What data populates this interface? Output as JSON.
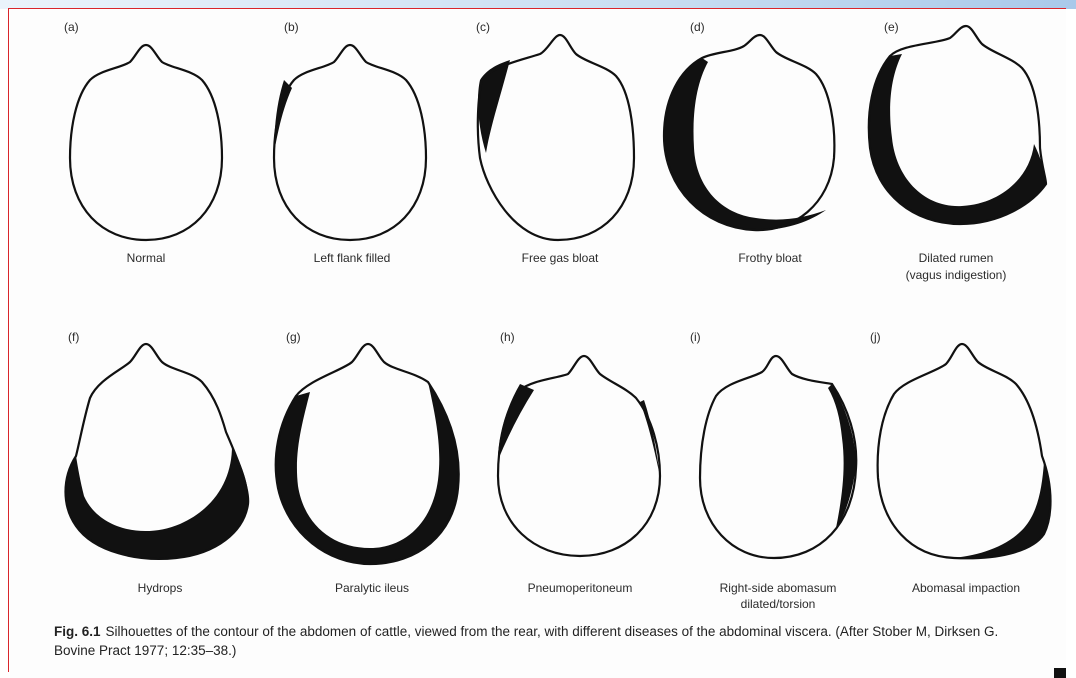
{
  "panels": [
    {
      "id": "a",
      "letter": "(a)",
      "caption": "Normal",
      "caption2": ""
    },
    {
      "id": "b",
      "letter": "(b)",
      "caption": "Left flank filled",
      "caption2": ""
    },
    {
      "id": "c",
      "letter": "(c)",
      "caption": "Free gas bloat",
      "caption2": ""
    },
    {
      "id": "d",
      "letter": "(d)",
      "caption": "Frothy bloat",
      "caption2": ""
    },
    {
      "id": "e",
      "letter": "(e)",
      "caption": "Dilated rumen",
      "caption2": "(vagus indigestion)"
    },
    {
      "id": "f",
      "letter": "(f)",
      "caption": "Hydrops",
      "caption2": ""
    },
    {
      "id": "g",
      "letter": "(g)",
      "caption": "Paralytic ileus",
      "caption2": ""
    },
    {
      "id": "h",
      "letter": "(h)",
      "caption": "Pneumoperitoneum",
      "caption2": ""
    },
    {
      "id": "i",
      "letter": "(i)",
      "caption": "Right-side abomasum",
      "caption2": "dilated/torsion"
    },
    {
      "id": "j",
      "letter": "(j)",
      "caption": "Abomasal impaction",
      "caption2": ""
    }
  ],
  "figure_caption": {
    "label": "Fig. 6.1",
    "text": "Silhouettes of the contour of the abdomen of cattle, viewed from the rear, with different diseases of the abdominal viscera. (After Stober M, Dirksen G. Bovine Pract 1977; 12:35–38.)"
  },
  "colors": {
    "ink": "#111111",
    "frame": "#d9252b"
  }
}
